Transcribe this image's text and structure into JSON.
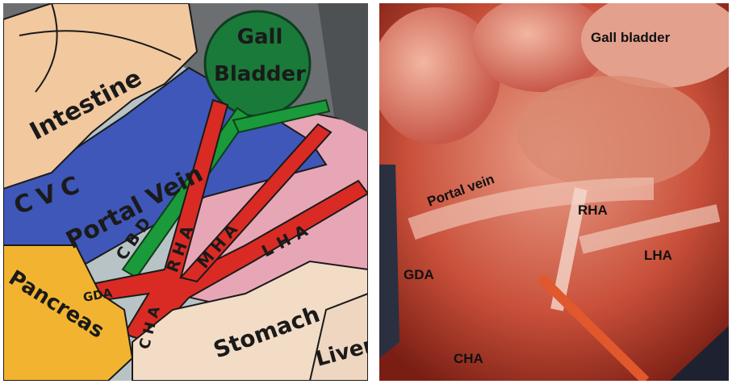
{
  "left_panel": {
    "labels": {
      "gall": "Gall",
      "bladder": "Bladder",
      "intestine": "Intestine",
      "cvc": "CVC",
      "portal_vein": "Portal Vein",
      "cbd": "CBD",
      "rha": "RHA",
      "mha": "MHA",
      "lha": "LHA",
      "gda": "GDA",
      "cha": "CHA",
      "pancreas": "Pancreas",
      "stomach": "Stomach",
      "liver": "Liver"
    }
  },
  "right_panel": {
    "labels": {
      "gall_bladder": "Gall bladder",
      "portal_vein": "Portal vein",
      "rha": "RHA",
      "lha": "LHA",
      "gda": "GDA",
      "cha": "CHA"
    }
  }
}
